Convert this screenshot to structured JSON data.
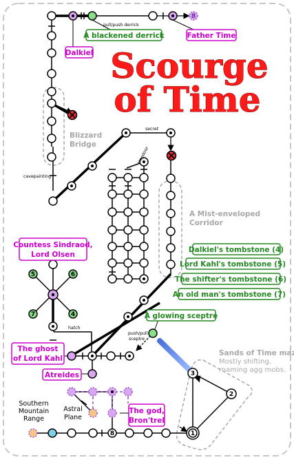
{
  "map": {
    "title_line1": "Scourge",
    "title_line2": "of Time",
    "labels": {
      "derrick": "A blackened derrick",
      "father_time": "Father Time",
      "dalkiel": "Dalkiel",
      "sindraod_1": "Countess Sindraod,",
      "sindraod_2": "Lord Olsen",
      "ghost_1": "The ghost",
      "ghost_2": "of Lord Kahl",
      "atreides": "Atreides",
      "bron_1": "The god,",
      "bron_2": "Bron'trel",
      "sceptre": "A glowing sceptre",
      "tomb4": "Dalkiel's tombstone (4)",
      "tomb5": "Lord Kahl's tombstone (5)",
      "tomb6": "The shifter's tombstone (6)",
      "tomb7": "An old man's tombstone (7)"
    },
    "areas": {
      "blizzard_1": "Blizzard",
      "blizzard_2": "Bridge",
      "mist_1": "A Mist-enveloped",
      "mist_2": "Corridor",
      "sands_1": "Sands of Time maze",
      "sands_2": "Mostly shifting,",
      "sands_3": "roaming agg mobs.",
      "southern_1": "Southern",
      "southern_2": "Mountain",
      "southern_3": "Range",
      "astral_1": "Astral",
      "astral_2": "Plane"
    },
    "notes": {
      "pull_push": "pull/push derrick",
      "secret": "secret",
      "trapdoor": "trapdoor",
      "cavepainting": "cavepainting",
      "hatch": "hatch",
      "push_pull": "push/pull",
      "sceptre_word": "sceptre"
    },
    "node_numbers": {
      "n8_top": "8",
      "n5": "5",
      "n6": "6",
      "n7": "7",
      "n4": "4",
      "m3": "3",
      "m2": "2",
      "m1": "1",
      "n8_bottom": "8"
    },
    "colors": {
      "title": "#ff1a1a",
      "magenta_label": "#cc00cc",
      "green_label": "#228822",
      "area_gray": "#a8a8a8",
      "node_purple": "#d9a6f2",
      "node_green": "#88e088",
      "node_orange": "#f7c58a",
      "node_cyan": "#7fd2ea",
      "node_red": "#e03030",
      "sceptre_path": "#5b8ff2"
    }
  }
}
